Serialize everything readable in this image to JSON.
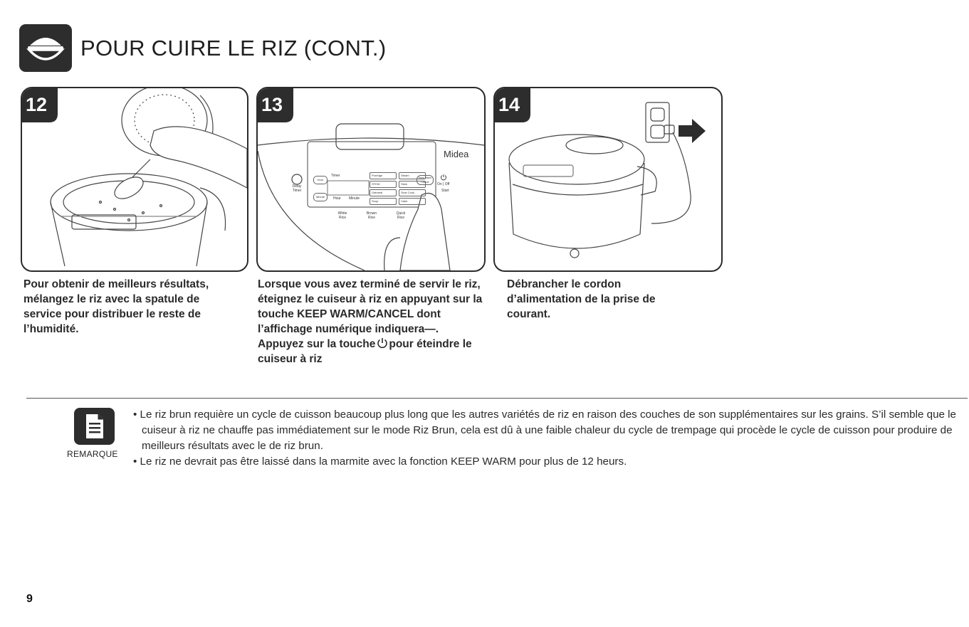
{
  "header": {
    "title": "POUR CUIRE LE RIZ (CONT.)",
    "icon": "rice-bowl-icon"
  },
  "steps": [
    {
      "number": "12",
      "text": "Pour obtenir de meilleurs résultats, mélangez le riz avec la spatule de service pour distribuer le reste de l’humidité."
    },
    {
      "number": "13",
      "text_part1": "Lorsque vous avez terminé de servir le riz, éteignez le cuiseur à riz en appuyant sur la touche KEEP WARM/CANCEL dont l’affichage numérique indiquera—. Appuyez sur la touche",
      "text_part2": "pour éteindre le cuiseur à riz",
      "panel": {
        "brand": "Midea",
        "timer_label": "Timer",
        "delay_timer": "Delay Timer",
        "start_label": "Start",
        "hour_btn": "Hour",
        "minute_btn": "Minute",
        "hour_label": "Hour",
        "minute_label": "Minute",
        "onoff_label": "On | Off",
        "menu": [
          "Porridge",
          "Steam",
          "STEW",
          "Stew",
          "Oatmeal",
          "Slow Cook",
          "Soup",
          "Cake"
        ],
        "keepwarm_btn": "Keep Warm Cancel",
        "rice": [
          "White Rice",
          "Brown Rice",
          "Quick Rice"
        ]
      }
    },
    {
      "number": "14",
      "text": "Débrancher le cordon d’alimentation de la prise de courant."
    }
  ],
  "note": {
    "label": "REMARQUE",
    "items": [
      "• Le riz brun requière un cycle de cuisson beaucoup plus long que les autres variétés de riz en raison des couches de son supplémentaires sur les grains. S’il semble que le cuiseur à riz ne chauffe pas immédiatement sur le mode Riz Brun, cela est dû à une faible chaleur du cycle de trempage qui procède le cycle de cuisson pour produire de meilleurs résultats avec le de riz brun.",
      "• Le riz ne devrait pas être laissé dans la marmite avec la fonction KEEP WARM pour plus de 12 heurs."
    ]
  },
  "page_number": "9",
  "colors": {
    "badge": "#2d2d2d",
    "border": "#2b2b2b",
    "line": "#555555"
  }
}
